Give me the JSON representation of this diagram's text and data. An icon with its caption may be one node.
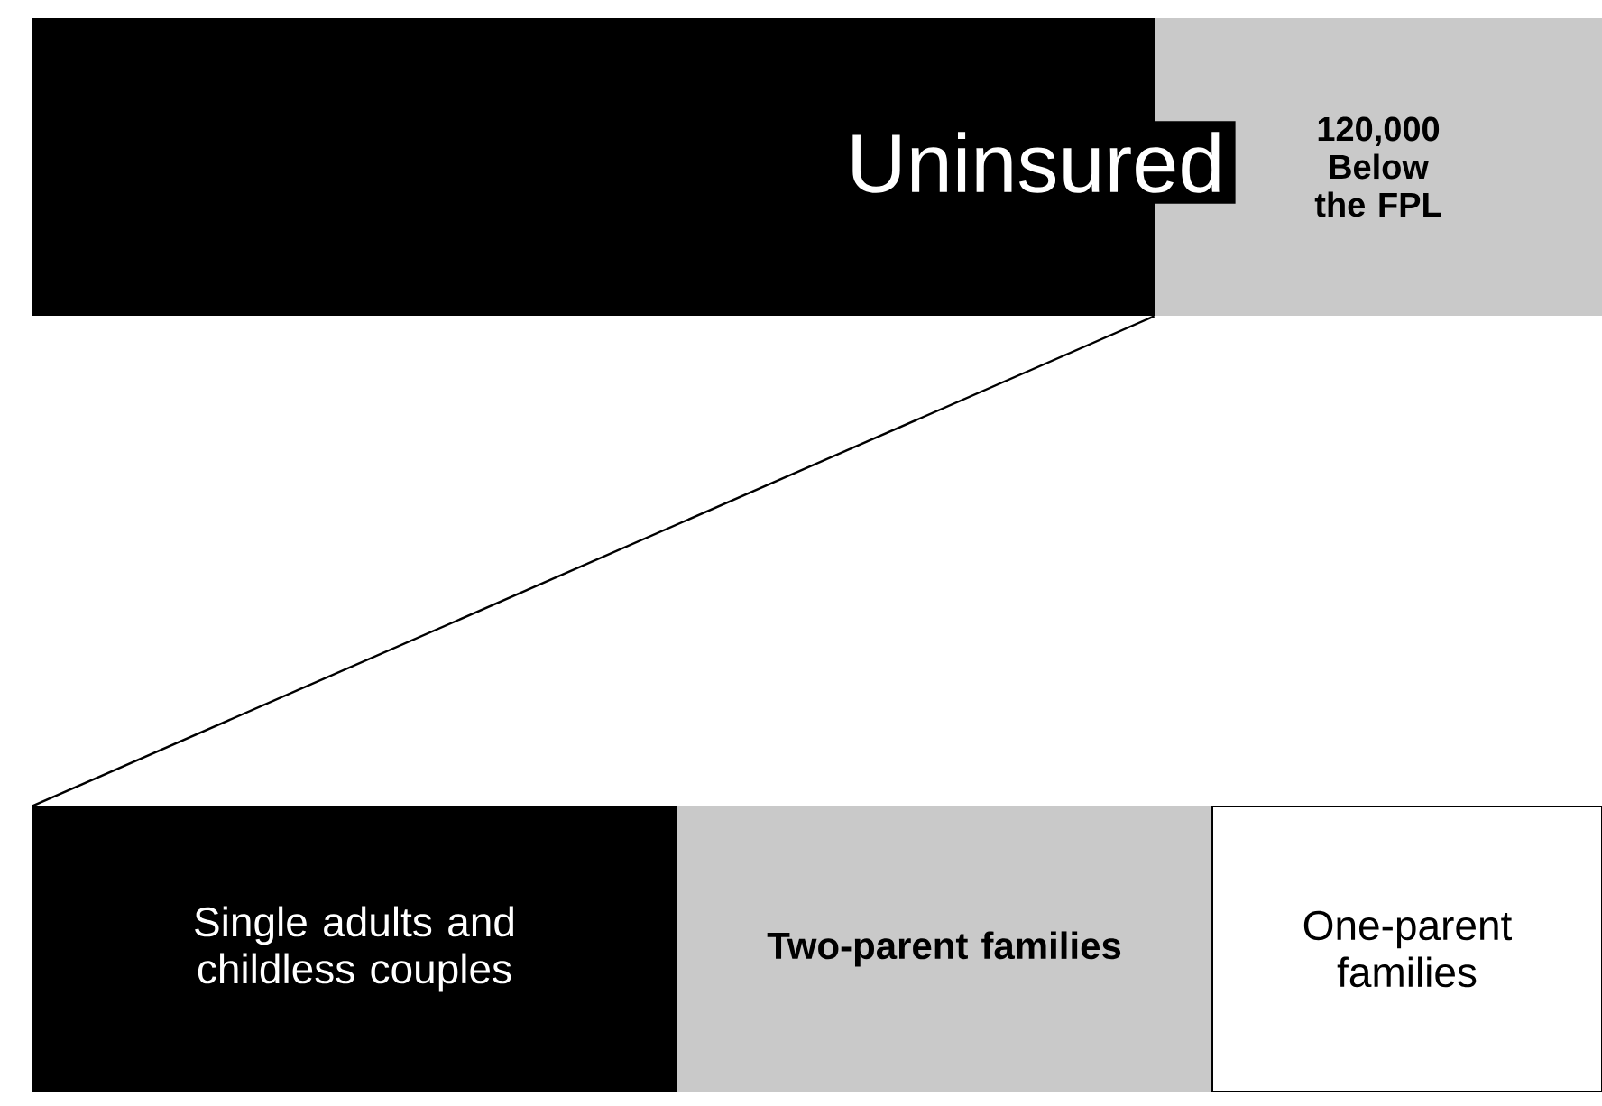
{
  "diagram": {
    "nodes": [
      {
        "text": [
          "Uninsured"
        ]
      },
      {
        "text": [
          "120,000 Below the FPL"
        ]
      },
      {
        "text": [
          "Single adults and childless couples"
        ]
      },
      {
        "text": [
          "Two-parent families"
        ]
      },
      {
        "text": [
          "One-parent families"
        ]
      }
    ],
    "edges": [
      {
        "from": 1,
        "to": 2,
        "arrow": "none"
      }
    ]
  }
}
